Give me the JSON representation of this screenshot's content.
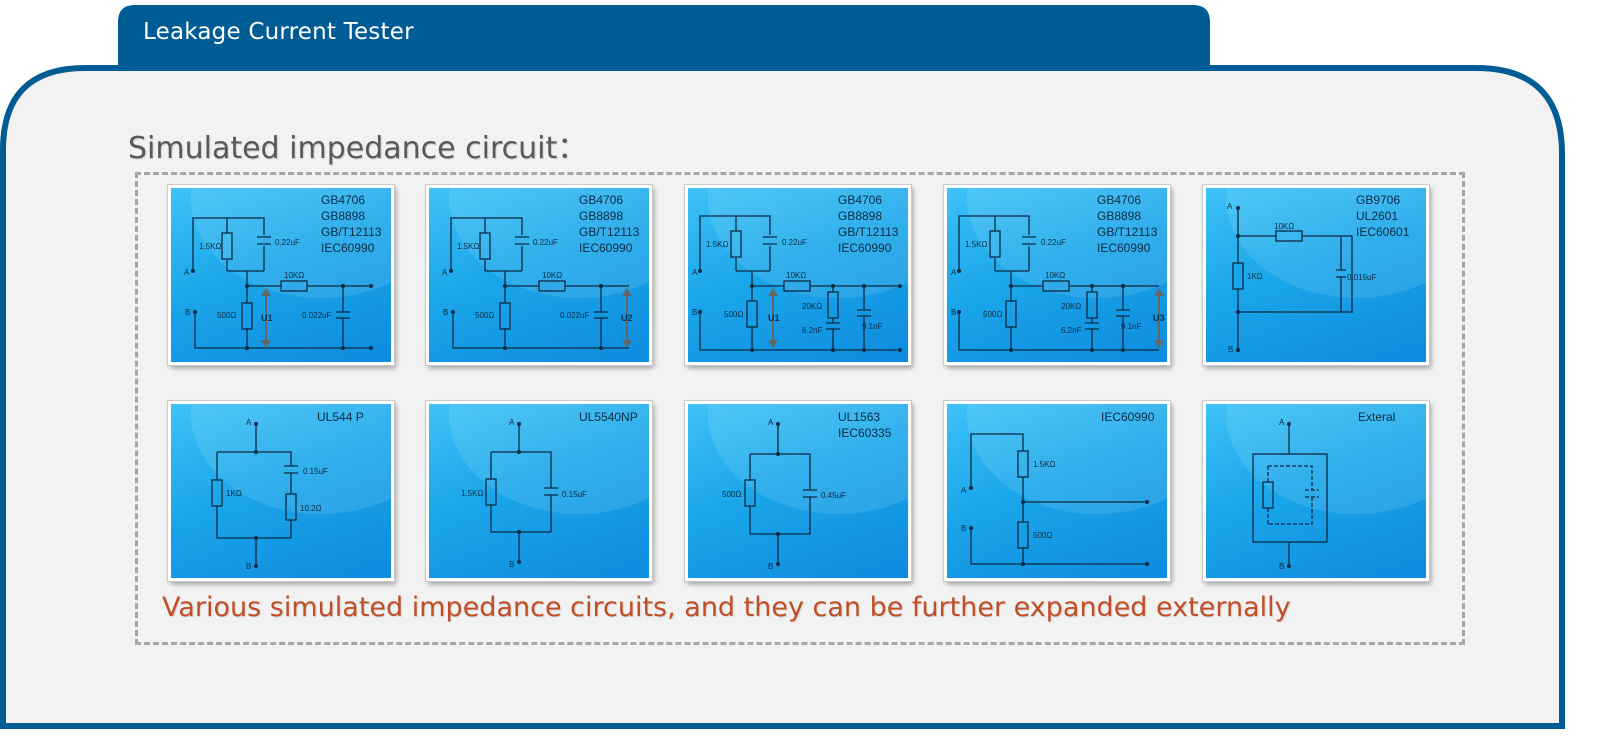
{
  "header": {
    "title": "Leakage Current Tester"
  },
  "section_title": "Simulated impedance circuit：",
  "caption": "Various simulated impedance circuits, and they can be further expanded externally",
  "colors": {
    "frame": "#005c94",
    "card_blue": "#1aa6ea",
    "caption": "#c04e26",
    "title_gray": "#595959"
  },
  "circuits": [
    {
      "standards": [
        "GB4706",
        "GB8898",
        "GB/T12113",
        "IEC60990"
      ],
      "labels": {
        "r1": "1.5KΩ",
        "c1": "0.22uF",
        "rs": "10KΩ",
        "r2": "500Ω",
        "c2": "0.022uF",
        "a": "A",
        "b": "B"
      },
      "voltage": "U1"
    },
    {
      "standards": [
        "GB4706",
        "GB8898",
        "GB/T12113",
        "IEC60990"
      ],
      "labels": {
        "r1": "1.5KΩ",
        "c1": "0.22uF",
        "rs": "10KΩ",
        "r2": "500Ω",
        "c2": "0.022uF",
        "a": "A",
        "b": "B"
      },
      "voltage": "U2"
    },
    {
      "standards": [
        "GB4706",
        "GB8898",
        "GB/T12113",
        "IEC60990"
      ],
      "labels": {
        "r1": "1.5KΩ",
        "c1": "0.22uF",
        "rs": "10KΩ",
        "r2": "500Ω",
        "r3": "20KΩ",
        "c3": "6.2nF",
        "c4": "9.1nF",
        "a": "A",
        "b": "B"
      },
      "voltage": "U1"
    },
    {
      "standards": [
        "GB4706",
        "GB8898",
        "GB/T12113",
        "IEC60990"
      ],
      "labels": {
        "r1": "1.5KΩ",
        "c1": "0.22uF",
        "rs": "10KΩ",
        "r2": "500Ω",
        "r3": "20KΩ",
        "c3": "6.2nF",
        "c4": "9.1nF",
        "a": "A",
        "b": "B"
      },
      "voltage": "U3"
    },
    {
      "standards": [
        "GB9706",
        "UL2601",
        "IEC60601"
      ],
      "labels": {
        "rs": "10KΩ",
        "r1": "1KΩ",
        "c1": "0.015uF",
        "a": "A",
        "b": "B"
      }
    },
    {
      "standards": [
        "UL544 P"
      ],
      "labels": {
        "r1": "1KΩ",
        "c1": "0.15uF",
        "r2": "10.2Ω",
        "a": "A",
        "b": "B"
      }
    },
    {
      "standards": [
        "UL5540NP"
      ],
      "labels": {
        "r1": "1.5KΩ",
        "c1": "0.15uF",
        "a": "A",
        "b": "B"
      }
    },
    {
      "standards": [
        "UL1563",
        "IEC60335"
      ],
      "labels": {
        "r1": "500Ω",
        "c1": "0.45uF",
        "a": "A",
        "b": "B"
      }
    },
    {
      "standards": [
        "IEC60990"
      ],
      "labels": {
        "r1": "1.5KΩ",
        "r2": "500Ω",
        "a": "A",
        "b": "B"
      }
    },
    {
      "standards": [
        "Exteral"
      ],
      "labels": {
        "a": "A",
        "b": "B"
      }
    }
  ]
}
